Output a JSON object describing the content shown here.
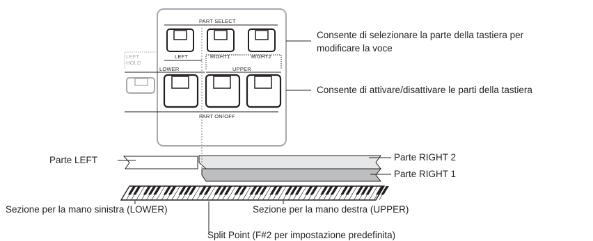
{
  "panel": {
    "part_select_title": "PART SELECT",
    "left_hold_line1": "LEFT",
    "left_hold_line2": "HOLD",
    "lower_label": "LOWER",
    "upper_label": "UPPER",
    "part_on_off_title": "PART ON/OFF",
    "select_buttons": [
      {
        "label": "LEFT"
      },
      {
        "label": "RIGHT1"
      },
      {
        "label": "RIGHT2"
      }
    ]
  },
  "callouts": {
    "part_select_line1": "Consente di selezionare la parte della tastiera per",
    "part_select_line2": "modificare la voce",
    "part_on_off": "Consente di attivare/disattivare le parti della tastiera"
  },
  "keyboard_labels": {
    "left_part": "Parte LEFT",
    "right2_part": "Parte RIGHT 2",
    "right1_part": "Parte RIGHT 1",
    "left_section": "Sezione per la mano sinistra (LOWER)",
    "right_section": "Sezione per la mano destra (UPPER)",
    "split_point": "Split Point (F#2 per impostazione predefinita)"
  },
  "colors": {
    "line": "#231f20",
    "panel_border": "#a7a9ac",
    "right2_fill": "#e6e7e8",
    "right1_fill": "#bcbec0",
    "white_key": "#ffffff",
    "black_key": "#231f20",
    "split_line": "#a7a9ac"
  }
}
